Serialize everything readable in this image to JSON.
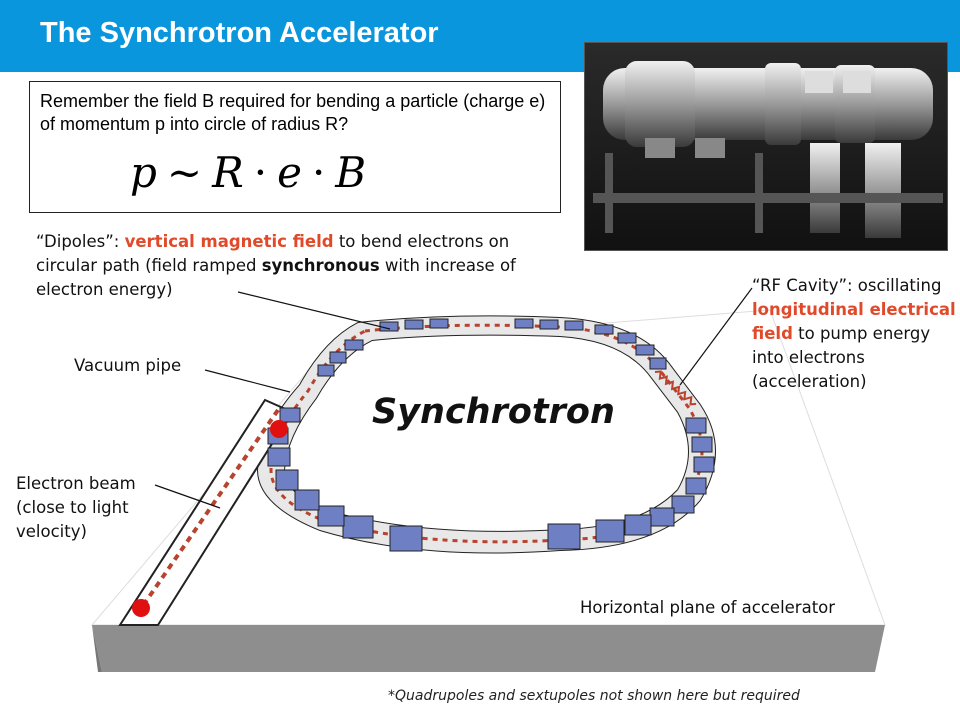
{
  "title": "The Synchrotron Accelerator",
  "formula_box": {
    "text": "Remember  the field B required for bending  a particle (charge e) of momentum  p into circle of radius R?",
    "formula": {
      "p": "p",
      "sim": "∼",
      "R": "R",
      "dot": "·",
      "e": "e",
      "B": "B"
    }
  },
  "labels": {
    "dipoles": {
      "prefix": "“Dipoles”: ",
      "highlight": "vertical magnetic field",
      "mid": " to bend electrons on circular path (field ramped ",
      "bold": "synchronous",
      "suffix": " with increase of electron energy)"
    },
    "rf_cavity": {
      "prefix": "“RF Cavity”: oscillating ",
      "highlight": "longitudinal electrical field",
      "suffix": " to pump energy into electrons (acceleration)"
    },
    "vacuum_pipe": "Vacuum pipe",
    "electron_beam": "Electron beam (close to light velocity)",
    "synchrotron": "Synchrotron",
    "horizontal_plane": "Horizontal plane of accelerator"
  },
  "footnote": "*Quadrupoles and sextupoles not shown here but required",
  "colors": {
    "title_bar": "#0a96dd",
    "highlight": "#e04a2a",
    "magnet": "#6f7fc4",
    "beam_dot": "#e01010",
    "beam_path": "#b8432e"
  }
}
